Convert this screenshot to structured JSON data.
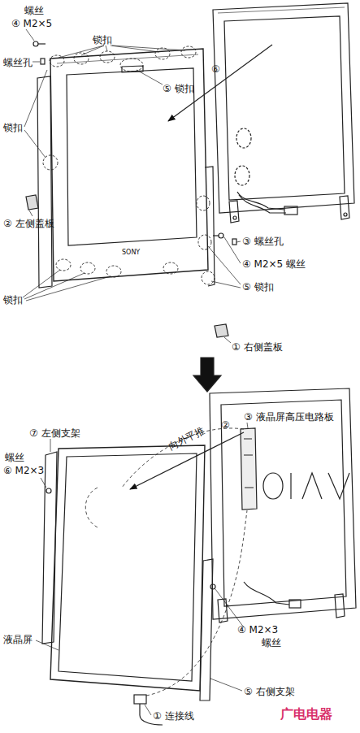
{
  "diagram": {
    "labels": [
      "螺丝",
      "④ M2×5",
      "锁扣",
      "⑥",
      "螺丝孔",
      "⑤ 锁扣",
      "锁扣",
      "SONY",
      "② 左侧盖板",
      "③ 螺丝孔",
      "④ M2×5 螺丝",
      "锁扣",
      "⑤ 锁扣",
      "① 右侧盖板",
      "③ 液晶屏高压电路板",
      "⑦ 左侧支架",
      "螺丝",
      "⑥ M2×3",
      "②",
      "向外平推",
      "④ M2×3",
      "螺丝",
      "液晶屏",
      "⑤ 右侧支架",
      "① 连接线",
      "广电电器"
    ]
  }
}
